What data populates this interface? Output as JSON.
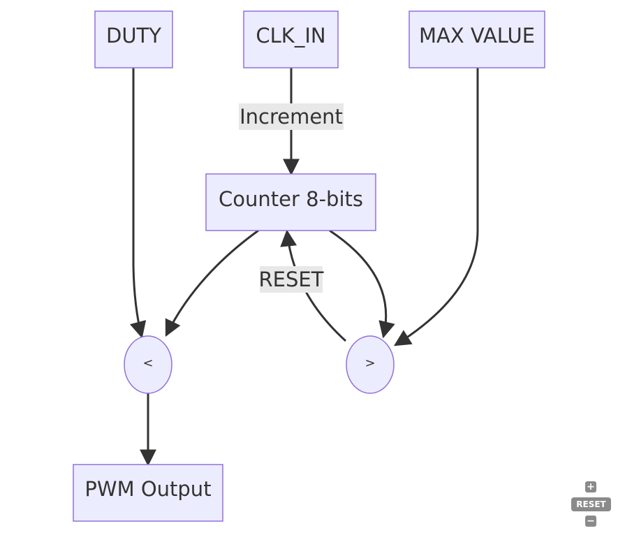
{
  "diagram": {
    "nodes": {
      "duty": "DUTY",
      "clk_in": "CLK_IN",
      "max_value": "MAX VALUE",
      "counter": "Counter 8-bits",
      "less_than": "<",
      "greater_than": ">",
      "pwm_output": "PWM Output"
    },
    "edge_labels": {
      "increment": "Increment",
      "reset": "RESET"
    }
  },
  "controls": {
    "zoom_in": "+",
    "reset": "RESET",
    "zoom_out": "−"
  },
  "colors": {
    "node_fill": "#ECECFF",
    "node_stroke": "#9370DB",
    "edge": "#333333",
    "label_bg": "#e8e8e8",
    "control_bg": "#8a8a8a"
  }
}
